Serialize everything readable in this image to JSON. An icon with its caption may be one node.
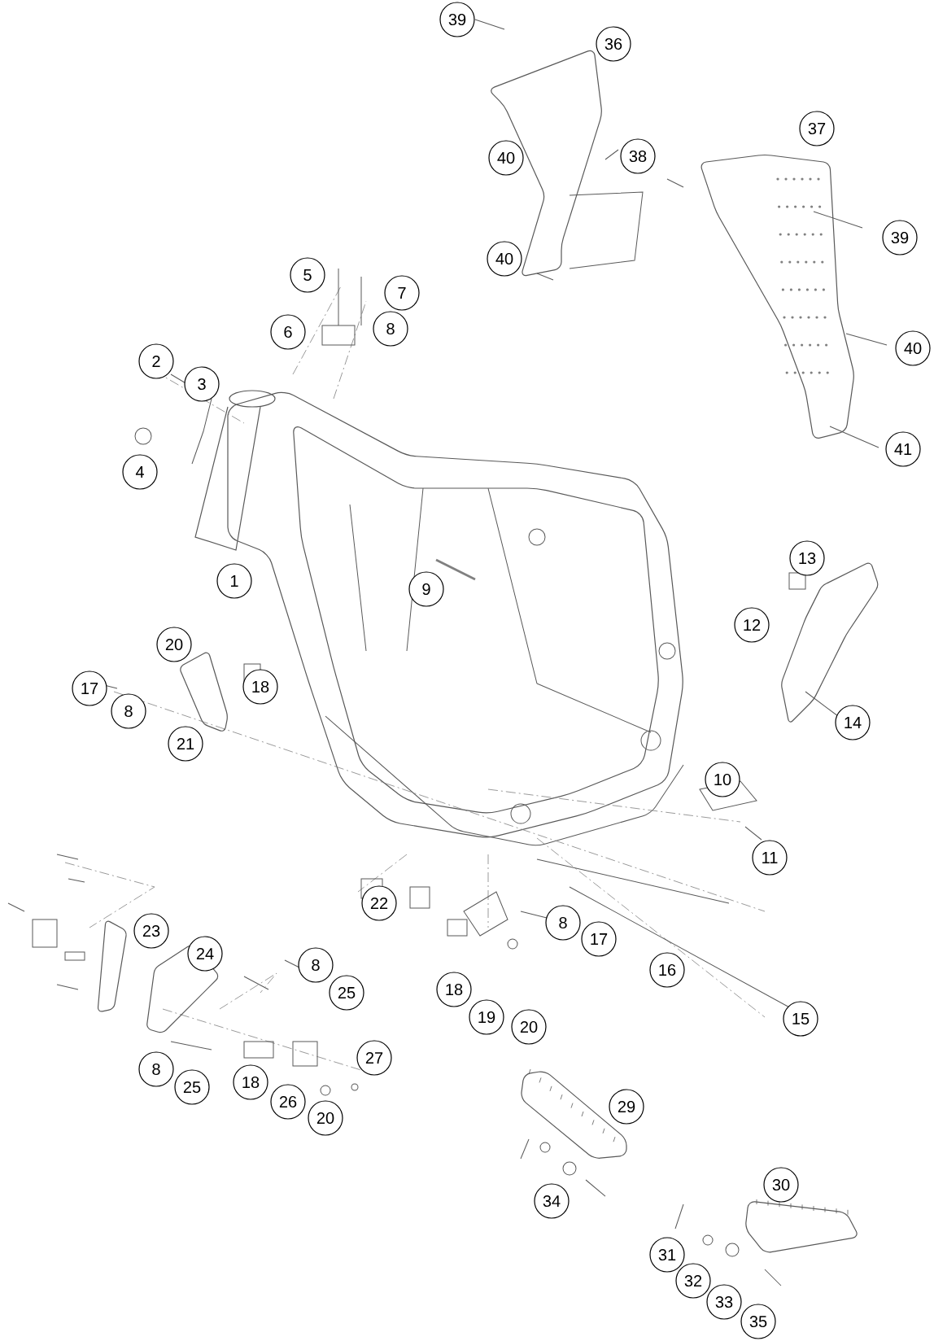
{
  "diagram": {
    "labels": [
      "39",
      "36",
      "37",
      "38",
      "40",
      "39",
      "40",
      "5",
      "7",
      "8",
      "6",
      "40",
      "2",
      "3",
      "41",
      "4",
      "13",
      "1",
      "9",
      "12",
      "20",
      "17",
      "18",
      "8",
      "14",
      "21",
      "10",
      "11",
      "22",
      "8",
      "23",
      "17",
      "24",
      "8",
      "16",
      "25",
      "18",
      "15",
      "19",
      "20",
      "27",
      "8",
      "18",
      "25",
      "26",
      "20",
      "29",
      "34",
      "30",
      "31",
      "32",
      "33",
      "35"
    ]
  }
}
